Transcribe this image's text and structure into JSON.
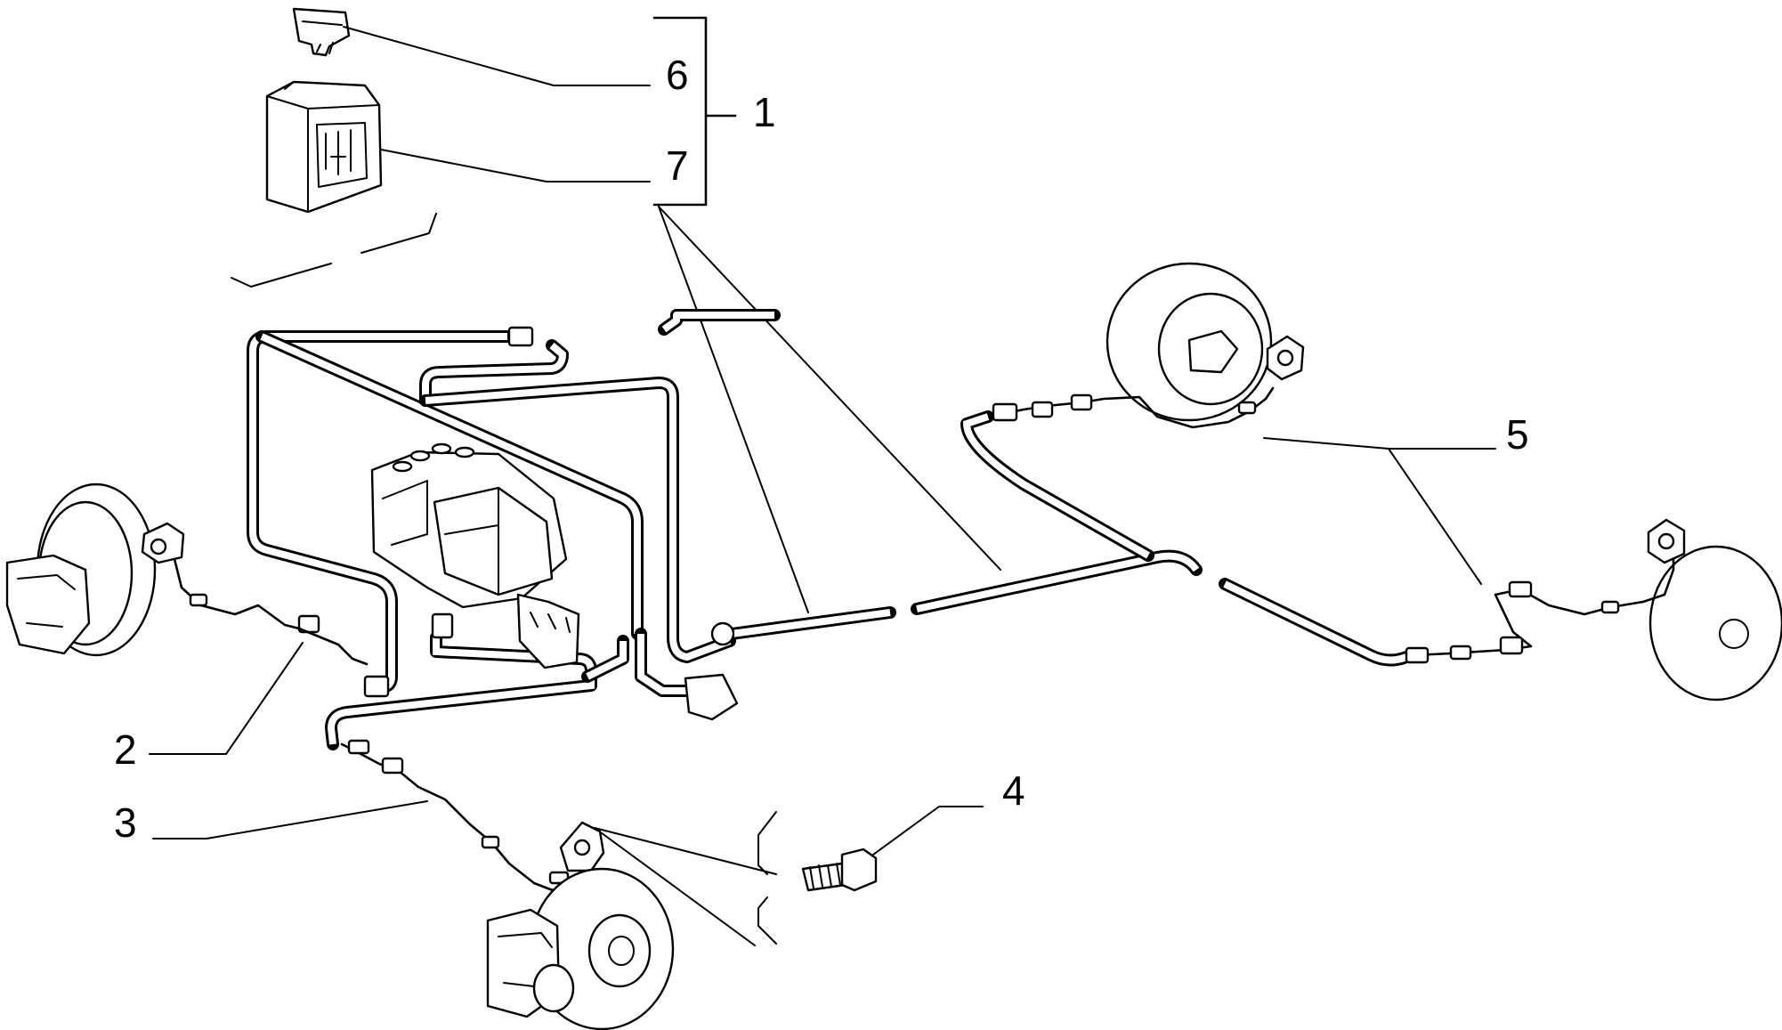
{
  "colors": {
    "ink": "#000000",
    "background": "#ffffff"
  },
  "callouts": {
    "c1": "1",
    "c2": "2",
    "c3": "3",
    "c4": "4",
    "c5": "5",
    "c6": "6",
    "c7": "7"
  }
}
